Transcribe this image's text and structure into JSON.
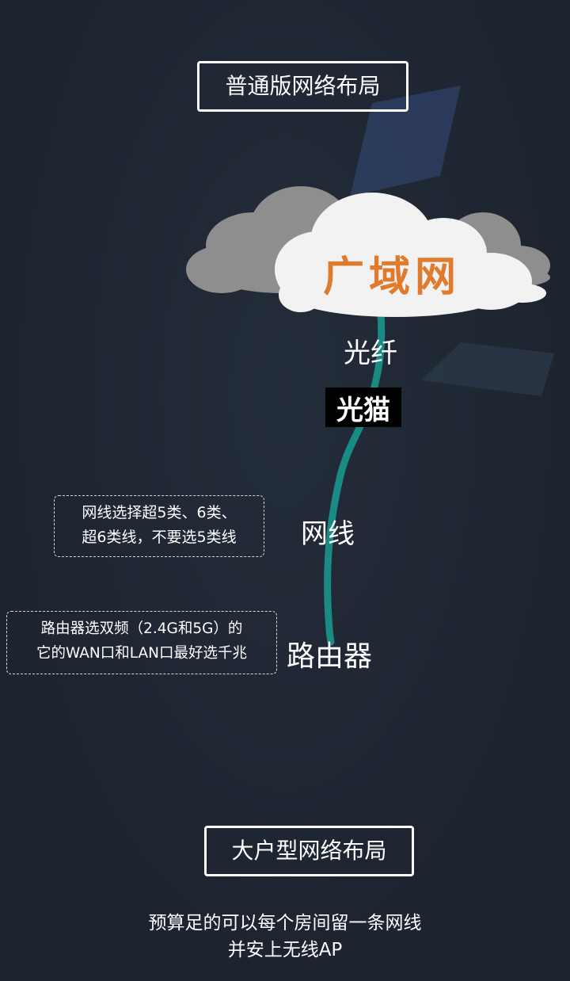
{
  "titles": {
    "normal_layout": "普通版网络布局",
    "large_layout": "大户型网络布局"
  },
  "cloud": {
    "label": "广域网",
    "label_color": "#e07a2c"
  },
  "nodes": {
    "fiber": "光纤",
    "modem": "光猫",
    "cable": "网线",
    "router": "路由器"
  },
  "notes": {
    "cable": [
      "网线选择超5类、6类、",
      "超6类线，不要选5类线"
    ],
    "router": [
      "路由器选双频（2.4G和5G）的",
      "它的WAN口和LAN口最好选千兆"
    ]
  },
  "footer": [
    "预算足的可以每个房间留一条网线",
    "并安上无线AP"
  ],
  "colors": {
    "background": "#1d2430",
    "line": "#1a8a85",
    "cloud_front": "#f2f2f2",
    "cloud_back": "#8e8e8e",
    "kite": "#2c3d5e"
  }
}
